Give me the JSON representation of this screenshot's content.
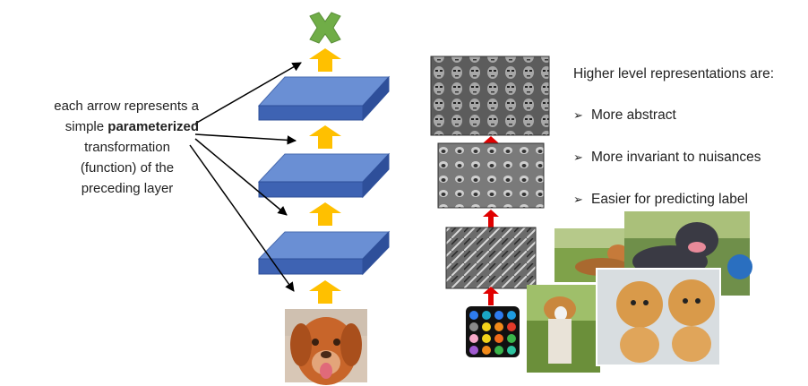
{
  "annotation": {
    "line1": "each arrow represents a",
    "line2_prefix": "simple ",
    "line2_bold": "parameterized",
    "line3": "transformation",
    "line4": "(function) of the",
    "line5": "preceding layer"
  },
  "representations": {
    "title": "Higher level representations are:",
    "items": [
      "More abstract",
      "More invariant to nuisances",
      "Easier for predicting label"
    ],
    "bullet_glyph": "➢"
  },
  "colors": {
    "layer_top": "#6a8fd4",
    "layer_front": "#3e63b3",
    "layer_side": "#2e4f9a",
    "yellow_arrow": "#ffc000",
    "red_arrow": "#e00000",
    "output_x": "#70ad47"
  },
  "icons": {
    "output": "x-mark-icon",
    "input_photo": "dog-photo",
    "color_grid": "color-palette-icon"
  }
}
